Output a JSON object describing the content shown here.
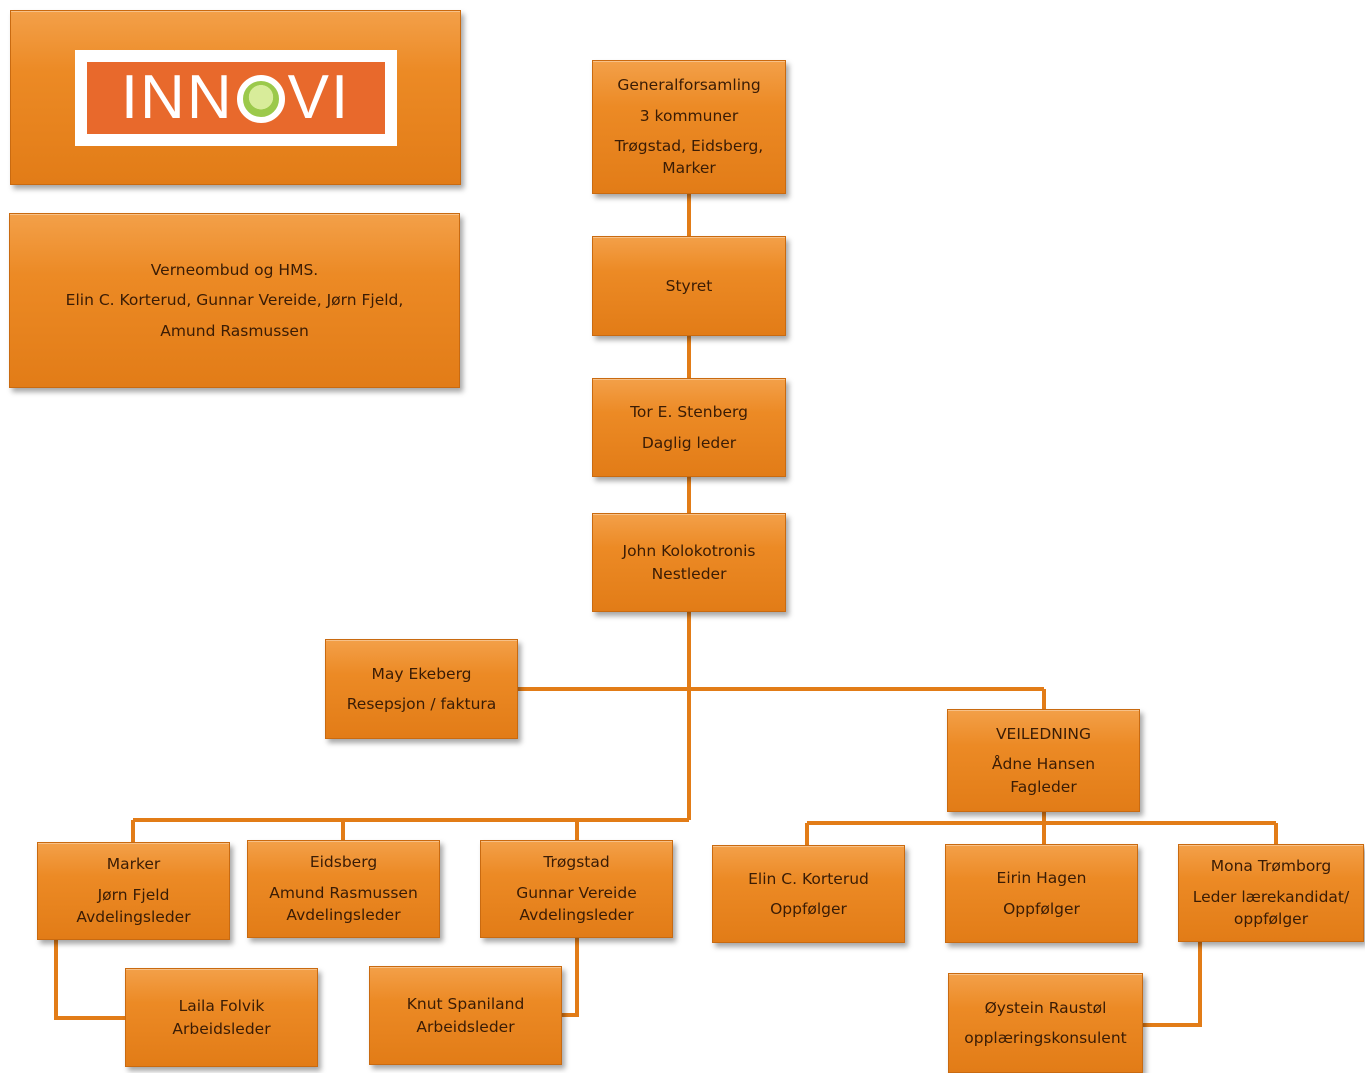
{
  "logo": {
    "text": "INNOVI",
    "colors": {
      "background": "#e8692c",
      "ring": "#9bc94b"
    }
  },
  "verneombud": {
    "title": "Verneombud og HMS.",
    "line2": "Elin C. Korterud, Gunnar Vereide, Jørn Fjeld,",
    "line3": "Amund Rasmussen"
  },
  "generalforsamling": {
    "title": "Generalforsamling",
    "line2": "3 kommuner",
    "line3": "Trøgstad, Eidsberg,",
    "line4": "Marker"
  },
  "styret": {
    "title": "Styret"
  },
  "daglig_leder": {
    "name": "Tor E. Stenberg",
    "role": "Daglig leder"
  },
  "nestleder": {
    "name": "John Kolokotronis",
    "role": "Nestleder"
  },
  "resepsjon": {
    "name": "May Ekeberg",
    "role": "Resepsjon / faktura"
  },
  "veiledning": {
    "title": "VEILEDNING",
    "name": "Ådne Hansen",
    "role": "Fagleder"
  },
  "marker": {
    "title": "Marker",
    "name": "Jørn Fjeld",
    "role": "Avdelingsleder"
  },
  "eidsberg": {
    "title": "Eidsberg",
    "name": "Amund Rasmussen",
    "role": "Avdelingsleder"
  },
  "trogstad": {
    "title": "Trøgstad",
    "name": "Gunnar Vereide",
    "role": "Avdelingsleder"
  },
  "laila": {
    "name": "Laila Folvik",
    "role": "Arbeidsleder"
  },
  "knut": {
    "name": "Knut Spaniland",
    "role": "Arbeidsleder"
  },
  "elin": {
    "name": "Elin C. Korterud",
    "role": "Oppfølger"
  },
  "eirin": {
    "name": "Eirin Hagen",
    "role": "Oppfølger"
  },
  "mona": {
    "name": "Mona Trømborg",
    "role_line1": "Leder lærekandidat/",
    "role_line2": "oppfølger"
  },
  "oystein": {
    "name": "Øystein Raustøl",
    "role": "opplæringskonsulent"
  },
  "colors": {
    "box": "#ec8a25",
    "connector": "#e27c17",
    "text": "#3a1c05"
  }
}
